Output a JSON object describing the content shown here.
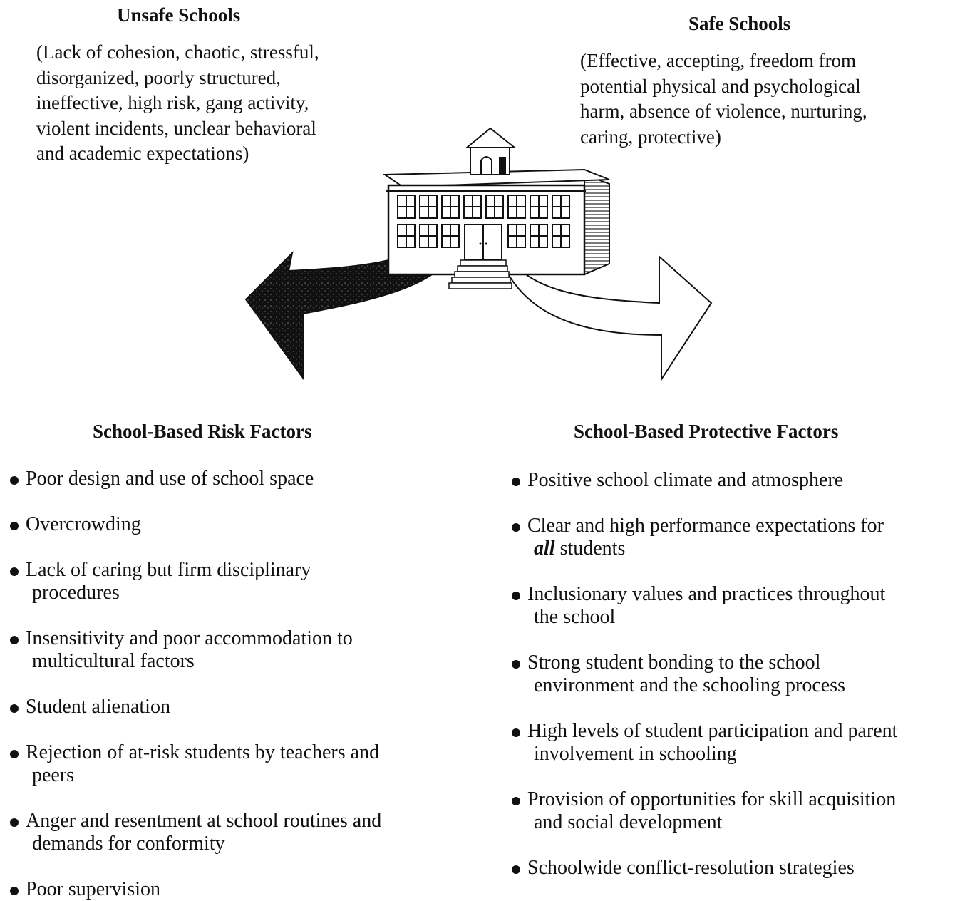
{
  "unsafe": {
    "title": "Unsafe Schools",
    "lines": [
      "(Lack of cohesion, chaotic, stressful,",
      "disorganized, poorly structured,",
      "ineffective, high risk, gang activity,",
      "violent incidents, unclear behavioral",
      "and academic expectations)"
    ]
  },
  "safe": {
    "title": "Safe Schools",
    "lines": [
      "(Effective, accepting, freedom from",
      "potential physical and psychological",
      "harm, absence of violence, nurturing,",
      "caring, protective)"
    ]
  },
  "risk": {
    "title": "School-Based Risk Factors",
    "items": [
      [
        "Poor design and use of school space"
      ],
      [
        "Overcrowding"
      ],
      [
        "Lack of caring but firm disciplinary",
        "procedures"
      ],
      [
        "Insensitivity and poor accommodation to",
        "multicultural factors"
      ],
      [
        "Student alienation"
      ],
      [
        "Rejection of at-risk students by teachers and",
        "peers"
      ],
      [
        "Anger and resentment at school routines and",
        "demands for conformity"
      ],
      [
        "Poor supervision"
      ]
    ]
  },
  "protective": {
    "title": "School-Based Protective Factors",
    "items": [
      [
        "Positive school climate and atmosphere"
      ],
      [
        "Clear and high performance expectations for",
        "students"
      ],
      [
        "Inclusionary values and practices throughout",
        "the school"
      ],
      [
        "Strong student bonding to the school",
        "environment and the schooling process"
      ],
      [
        "High levels of student participation and parent",
        "involvement in schooling"
      ],
      [
        "Provision of opportunities for skill acquisition",
        "and social development"
      ],
      [
        "Schoolwide conflict-resolution strategies"
      ]
    ],
    "emphasis": "all"
  }
}
